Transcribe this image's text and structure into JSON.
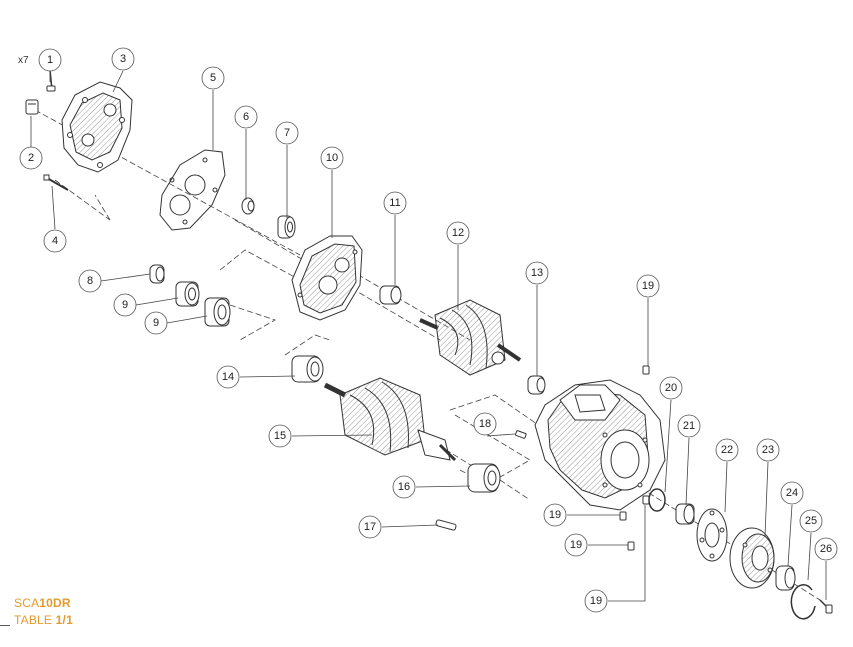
{
  "quantity_label": "x7",
  "callouts": [
    "1",
    "2",
    "3",
    "4",
    "5",
    "6",
    "7",
    "8",
    "9",
    "9",
    "10",
    "11",
    "12",
    "13",
    "14",
    "15",
    "16",
    "17",
    "18",
    "19",
    "19",
    "19",
    "19",
    "20",
    "21",
    "22",
    "23",
    "24",
    "25",
    "26"
  ],
  "footer": {
    "model_prefix": "SCA",
    "model_number": "10DR",
    "table_prefix": "TABLE ",
    "table_number": "1/1"
  },
  "colors": {
    "accent": "#e59a2e",
    "line": "#333333",
    "callout_stroke": "#555555"
  }
}
